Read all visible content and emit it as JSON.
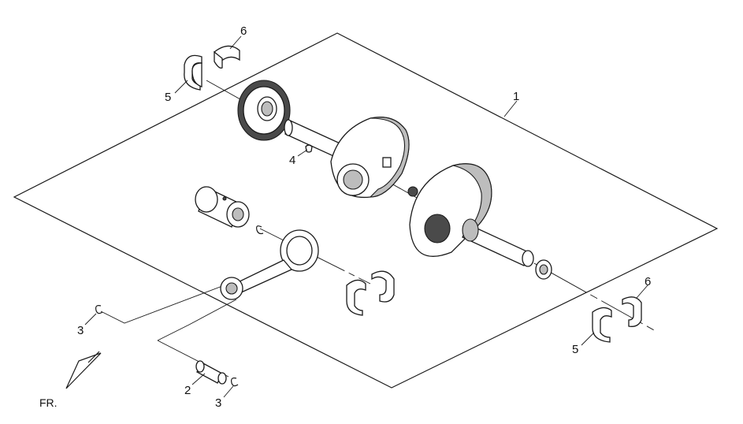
{
  "diagram": {
    "callouts": [
      {
        "id": "c1",
        "label": "1"
      },
      {
        "id": "c2",
        "label": "2"
      },
      {
        "id": "c3a",
        "label": "3"
      },
      {
        "id": "c3b",
        "label": "3"
      },
      {
        "id": "c4",
        "label": "4"
      },
      {
        "id": "c5a",
        "label": "5"
      },
      {
        "id": "c5b",
        "label": "5"
      },
      {
        "id": "c6a",
        "label": "6"
      },
      {
        "id": "c6b",
        "label": "6"
      }
    ],
    "front_label": "FR."
  },
  "colors": {
    "line": "#1a1a1a",
    "shade": "#bdbdbd",
    "dark": "#4a4a4a",
    "background": "#ffffff"
  }
}
